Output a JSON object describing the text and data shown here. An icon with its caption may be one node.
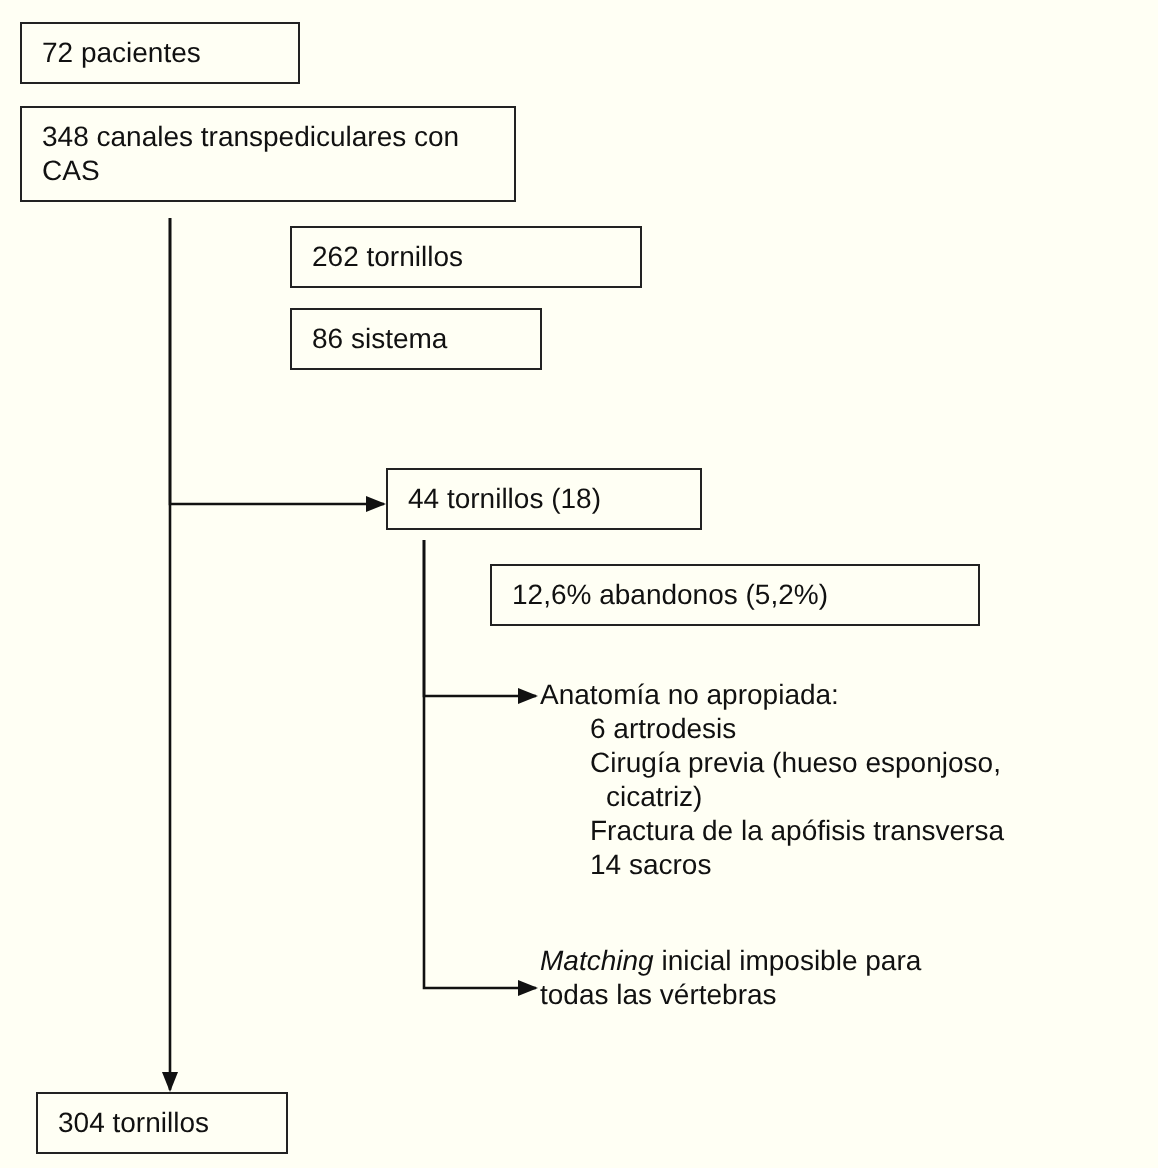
{
  "diagram": {
    "nodes": [
      {
        "text": [
          "72 pacientes"
        ]
      },
      {
        "text": [
          "348 canales transpediculares con CAS"
        ]
      },
      {
        "text": [
          "262 tornillos"
        ]
      },
      {
        "text": [
          "86 sistema"
        ]
      },
      {
        "text": [
          "44 tornillos (18)"
        ]
      },
      {
        "text": [
          "12,6% abandonos (5,2%)"
        ]
      },
      {
        "text": [
          "Anatomía no apropiada:",
          "6 artrodesis",
          "Cirugía previa (hueso esponjoso, cicatriz)",
          "Fractura de la apófisis transversa",
          "14 sacros"
        ]
      },
      {
        "text": [
          "*Matching* inicial imposible para todas las vértebras"
        ]
      },
      {
        "text": [
          "304 tornillos"
        ]
      }
    ],
    "edges": [
      {
        "from": 1,
        "to": 8,
        "arrow": "to"
      },
      {
        "from": 1,
        "to": 4,
        "arrow": "to"
      },
      {
        "from": 4,
        "to": 6,
        "arrow": "to"
      },
      {
        "from": 4,
        "to": 7,
        "arrow": "to"
      }
    ]
  }
}
